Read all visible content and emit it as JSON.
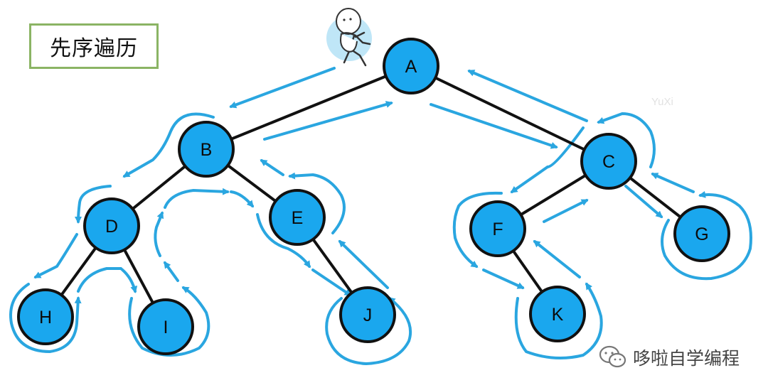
{
  "title": "先序遍历",
  "watermark": {
    "text": "哆啦自学编程",
    "icon": "wechat-icon"
  },
  "faint_mark": "YuXi",
  "colors": {
    "node_fill": "#1aa7ee",
    "node_stroke": "#111111",
    "edge": "#111111",
    "path": "#2aa6e0",
    "title_border": "#8bb464"
  },
  "nodes": [
    "A",
    "B",
    "C",
    "D",
    "E",
    "F",
    "G",
    "H",
    "I",
    "J",
    "K"
  ],
  "edges": [
    [
      "A",
      "B"
    ],
    [
      "A",
      "C"
    ],
    [
      "B",
      "D"
    ],
    [
      "B",
      "E"
    ],
    [
      "D",
      "H"
    ],
    [
      "D",
      "I"
    ],
    [
      "E",
      "J"
    ],
    [
      "C",
      "F"
    ],
    [
      "C",
      "G"
    ],
    [
      "F",
      "K"
    ]
  ],
  "figure": "running-stick-figure"
}
